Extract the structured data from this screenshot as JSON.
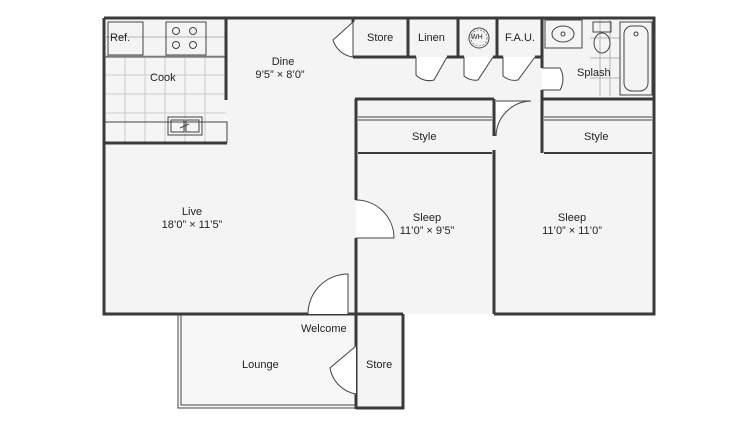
{
  "rooms": {
    "ref": {
      "name": "Ref."
    },
    "cook": {
      "name": "Cook"
    },
    "dine": {
      "name": "Dine",
      "dims": "9’5” × 8’0”"
    },
    "store_top": {
      "name": "Store"
    },
    "linen": {
      "name": "Linen"
    },
    "wh": {
      "name": "WH"
    },
    "fau": {
      "name": "F.A.U."
    },
    "splash": {
      "name": "Splash"
    },
    "style_left": {
      "name": "Style"
    },
    "style_right": {
      "name": "Style"
    },
    "live": {
      "name": "Live",
      "dims": "18’0” × 11’5”"
    },
    "sleep_left": {
      "name": "Sleep",
      "dims": "11’0” × 9’5”"
    },
    "sleep_right": {
      "name": "Sleep",
      "dims": "11’0” × 11’0”"
    },
    "welcome": {
      "name": "Welcome"
    },
    "lounge": {
      "name": "Lounge"
    },
    "store_bottom": {
      "name": "Store"
    }
  },
  "colors": {
    "wall": "#3a3a3a",
    "floor": "#f4f4f4",
    "tile": "#9a9a9a"
  }
}
